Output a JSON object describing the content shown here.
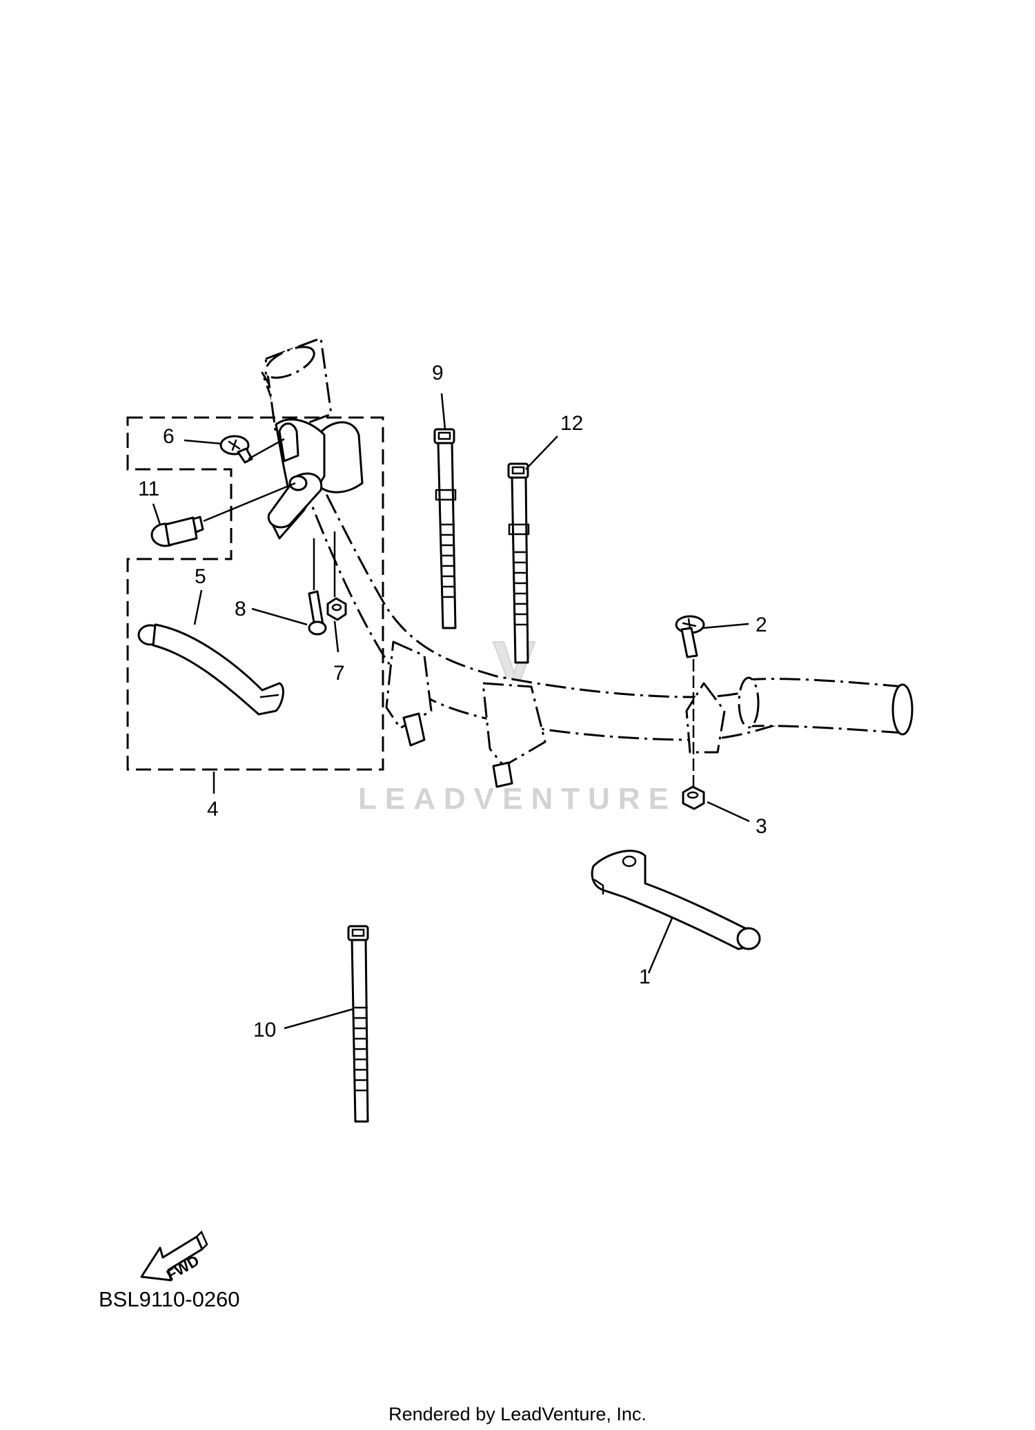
{
  "diagram": {
    "callouts": [
      {
        "id": "1",
        "label": "1"
      },
      {
        "id": "2",
        "label": "2"
      },
      {
        "id": "3",
        "label": "3"
      },
      {
        "id": "4",
        "label": "4"
      },
      {
        "id": "5",
        "label": "5"
      },
      {
        "id": "6",
        "label": "6"
      },
      {
        "id": "7",
        "label": "7"
      },
      {
        "id": "8",
        "label": "8"
      },
      {
        "id": "9",
        "label": "9"
      },
      {
        "id": "10",
        "label": "10"
      },
      {
        "id": "11",
        "label": "11"
      },
      {
        "id": "12",
        "label": "12"
      }
    ],
    "fwd_label": "FWD",
    "diagram_code": "BSL9110-0260",
    "watermark": "LEADVENTURE",
    "render_credit": "Rendered by LeadVenture, Inc."
  }
}
